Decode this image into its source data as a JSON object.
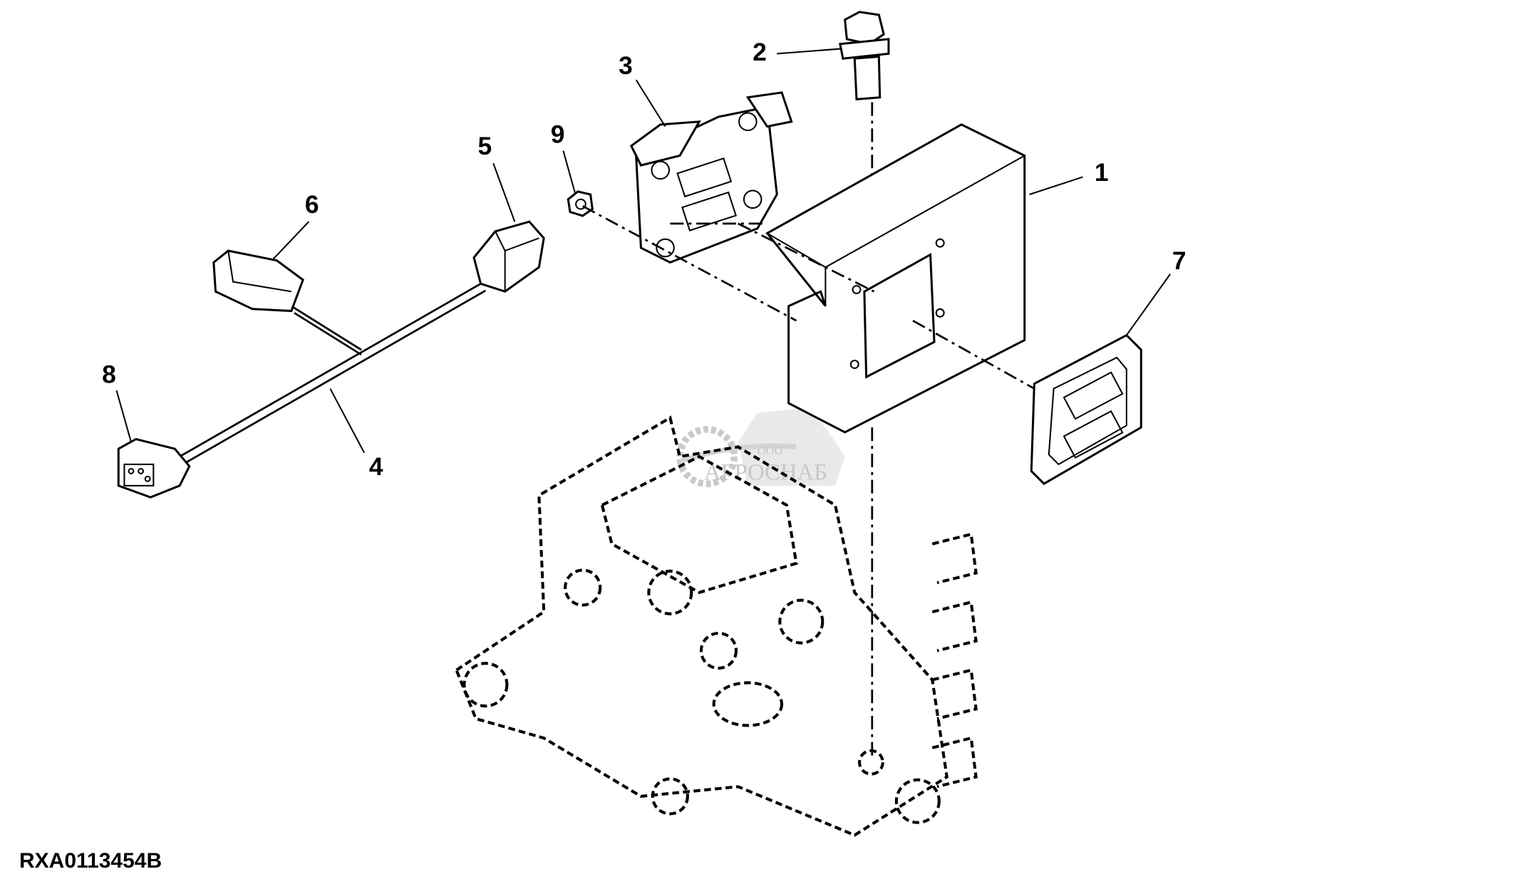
{
  "diagram": {
    "callouts": [
      {
        "id": "1",
        "label": "1"
      },
      {
        "id": "2",
        "label": "2"
      },
      {
        "id": "3",
        "label": "3"
      },
      {
        "id": "4",
        "label": "4"
      },
      {
        "id": "5",
        "label": "5"
      },
      {
        "id": "6",
        "label": "6"
      },
      {
        "id": "7",
        "label": "7"
      },
      {
        "id": "8",
        "label": "8"
      },
      {
        "id": "9",
        "label": "9"
      }
    ],
    "figure_code": "RXA0113454B",
    "watermark": {
      "prefix": "ООО",
      "name": "АГРОСНАБ"
    }
  }
}
